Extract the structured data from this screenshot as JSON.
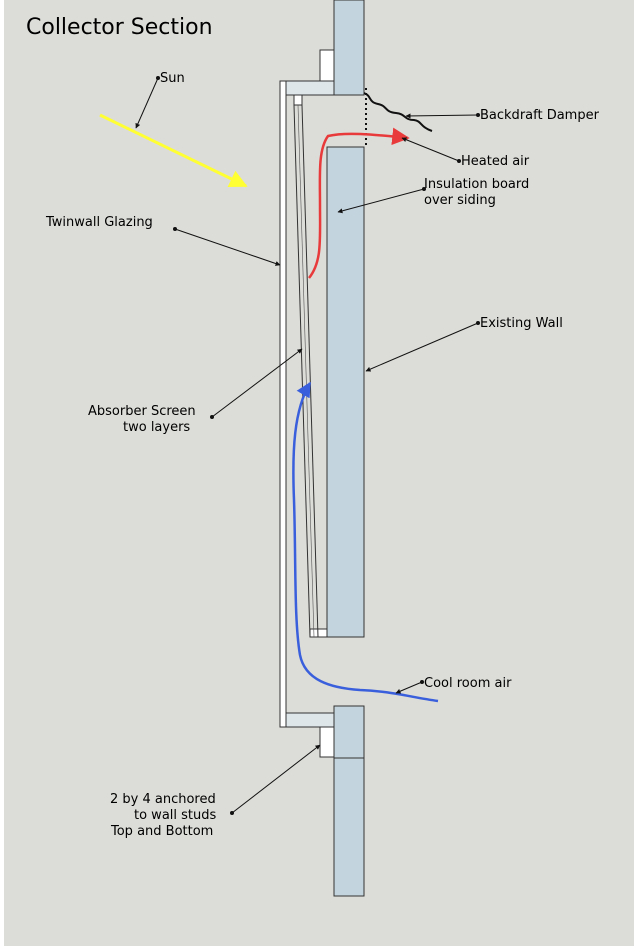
{
  "title": "Collector Section",
  "labels": {
    "sun": "Sun",
    "backdraft_damper": "Backdraft Damper",
    "heated_air": "Heated air",
    "insulation_line1": "Insulation board",
    "insulation_line2": "over siding",
    "twinwall_glazing": "Twinwall Glazing",
    "existing_wall": "Existing Wall",
    "absorber_line1": "Absorber Screen",
    "absorber_line2": "two layers",
    "cool_room_air": "Cool room air",
    "stud_line1": "2 by 4 anchored",
    "stud_line2": "to wall studs",
    "stud_line3": "Top and Bottom"
  },
  "colors": {
    "background": "#dcdcd8",
    "wall_fill": "#c4d4de",
    "frame_fill": "#dfe6ea",
    "outline": "#333333",
    "sun_ray": "#ffff33",
    "heated_air": "#e83a3a",
    "cool_air": "#3a5fdc",
    "damper": "#111111"
  }
}
